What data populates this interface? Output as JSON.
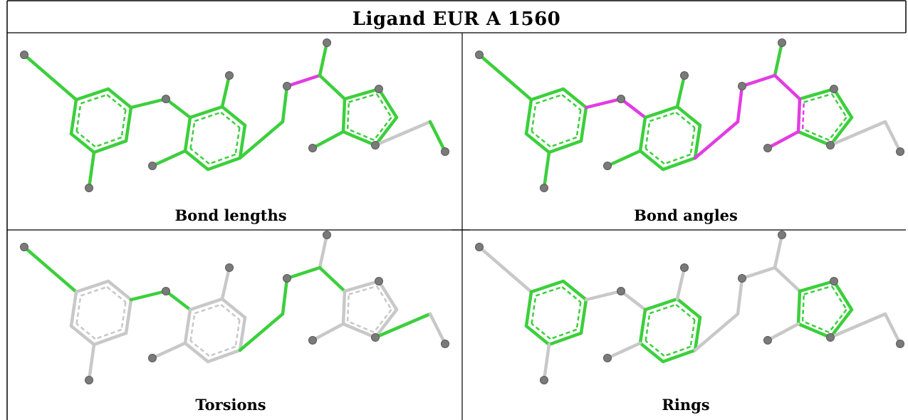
{
  "title": "Ligand EUR A 1560",
  "colors": {
    "green": "#3ccf3c",
    "magenta": "#e23ce2",
    "grey": "#c8c8c8",
    "atom": "#7a7a7a"
  },
  "panels": [
    {
      "caption": "Bond lengths",
      "bonds": {
        "Me1-C1": "green",
        "C1-C2": "green",
        "C2-C3": "green",
        "C3-C4": "green",
        "C4-C5": "green",
        "C5-C6": "green",
        "C6-C1": "green",
        "C5-Me2": "green",
        "C3-O1": "green",
        "O1-C7": "green",
        "C7-C8": "green",
        "C8-C9": "green",
        "C9-C10": "green",
        "C10-C11": "green",
        "C11-C12": "green",
        "C12-C7": "green",
        "C8-Me3": "green",
        "C12-Me4": "green",
        "C10-CH2": "green",
        "CH2-N1": "green",
        "N1-C13": "magenta",
        "C13-Me5": "green",
        "C13-C14": "green",
        "C14-C15": "green",
        "C15-S1": "green",
        "S1-C16": "green",
        "C16-C17": "green",
        "C17-C14": "green",
        "C17-Me6": "green",
        "C16-E1": "grey",
        "E1-E2": "green"
      }
    },
    {
      "caption": "Bond angles",
      "bonds": {
        "Me1-C1": "green",
        "C1-C2": "green",
        "C2-C3": "green",
        "C3-C4": "green",
        "C4-C5": "green",
        "C5-C6": "green",
        "C6-C1": "green",
        "C5-Me2": "green",
        "C3-O1": "magenta",
        "O1-C7": "magenta",
        "C7-C8": "green",
        "C8-C9": "green",
        "C9-C10": "green",
        "C10-C11": "green",
        "C11-C12": "green",
        "C12-C7": "green",
        "C8-Me3": "green",
        "C12-Me4": "green",
        "C10-CH2": "magenta",
        "CH2-N1": "magenta",
        "N1-C13": "magenta",
        "C13-Me5": "green",
        "C13-C14": "magenta",
        "C14-C15": "green",
        "C15-S1": "green",
        "S1-C16": "green",
        "C16-C17": "green",
        "C17-C14": "magenta",
        "C17-Me6": "magenta",
        "C16-E1": "grey",
        "E1-E2": "grey"
      }
    },
    {
      "caption": "Torsions",
      "bonds": {
        "Me1-C1": "green",
        "C1-C2": "grey",
        "C2-C3": "grey",
        "C3-C4": "grey",
        "C4-C5": "grey",
        "C5-C6": "grey",
        "C6-C1": "grey",
        "C5-Me2": "grey",
        "C3-O1": "green",
        "O1-C7": "green",
        "C7-C8": "grey",
        "C8-C9": "grey",
        "C9-C10": "grey",
        "C10-C11": "grey",
        "C11-C12": "grey",
        "C12-C7": "grey",
        "C8-Me3": "grey",
        "C12-Me4": "grey",
        "C10-CH2": "green",
        "CH2-N1": "green",
        "N1-C13": "green",
        "C13-Me5": "grey",
        "C13-C14": "green",
        "C14-C15": "grey",
        "C15-S1": "grey",
        "S1-C16": "grey",
        "C16-C17": "grey",
        "C17-C14": "grey",
        "C17-Me6": "grey",
        "C16-E1": "green",
        "E1-E2": "grey"
      }
    },
    {
      "caption": "Rings",
      "bonds": {
        "Me1-C1": "grey",
        "C1-C2": "green",
        "C2-C3": "green",
        "C3-C4": "green",
        "C4-C5": "green",
        "C5-C6": "green",
        "C6-C1": "green",
        "C5-Me2": "grey",
        "C3-O1": "grey",
        "O1-C7": "grey",
        "C7-C8": "green",
        "C8-C9": "green",
        "C9-C10": "green",
        "C10-C11": "green",
        "C11-C12": "green",
        "C12-C7": "green",
        "C8-Me3": "grey",
        "C12-Me4": "grey",
        "C10-CH2": "grey",
        "CH2-N1": "grey",
        "N1-C13": "grey",
        "C13-Me5": "grey",
        "C13-C14": "grey",
        "C14-C15": "green",
        "C15-S1": "green",
        "S1-C16": "green",
        "C16-C17": "green",
        "C17-C14": "green",
        "C17-Me6": "grey",
        "C16-E1": "grey",
        "E1-E2": "grey"
      }
    }
  ]
}
